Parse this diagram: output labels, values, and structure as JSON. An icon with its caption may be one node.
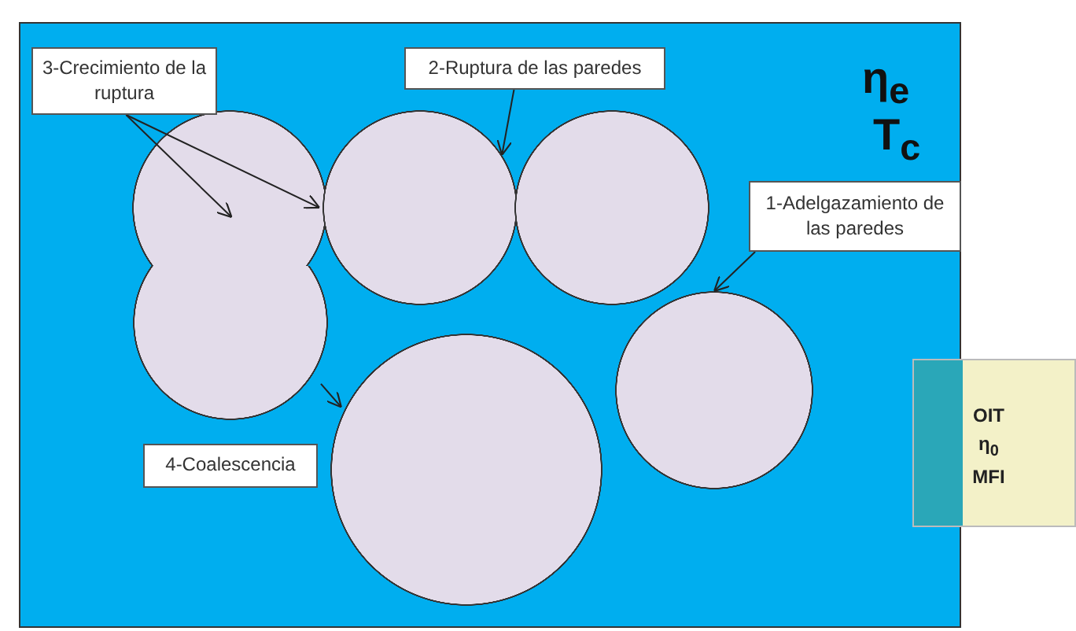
{
  "diagram": {
    "nodes": [
      {
        "text": [
          "3-Crecimiento de la ruptura"
        ]
      },
      {
        "text": [
          "2-Ruptura de las paredes"
        ]
      },
      {
        "text": [],
        "shape": "circle"
      },
      {
        "text": [],
        "shape": "circle"
      },
      {
        "text": [],
        "shape": "circle"
      },
      {
        "text": [
          "1-Adelgazamiento de las paredes"
        ]
      },
      {
        "text": [],
        "shape": "circle"
      },
      {
        "text": [],
        "shape": "circle"
      },
      {
        "text": [
          "4-Coalescencia"
        ]
      },
      {
        "text": [],
        "shape": "circle"
      },
      {
        "text": [
          "OIT η$_{0}$ MFI"
        ]
      }
    ],
    "edges": [
      {
        "from": 0,
        "to": 2,
        "arrow": "to"
      },
      {
        "from": 0,
        "to": 2,
        "arrow": "to"
      },
      {
        "from": 1,
        "to": 3,
        "arrow": "to"
      },
      {
        "from": 5,
        "to": 7,
        "arrow": "to"
      },
      {
        "from": 6,
        "to": 9,
        "arrow": "to"
      }
    ],
    "labels": [
      "η$_{e}$",
      "T$_{c}$"
    ]
  }
}
